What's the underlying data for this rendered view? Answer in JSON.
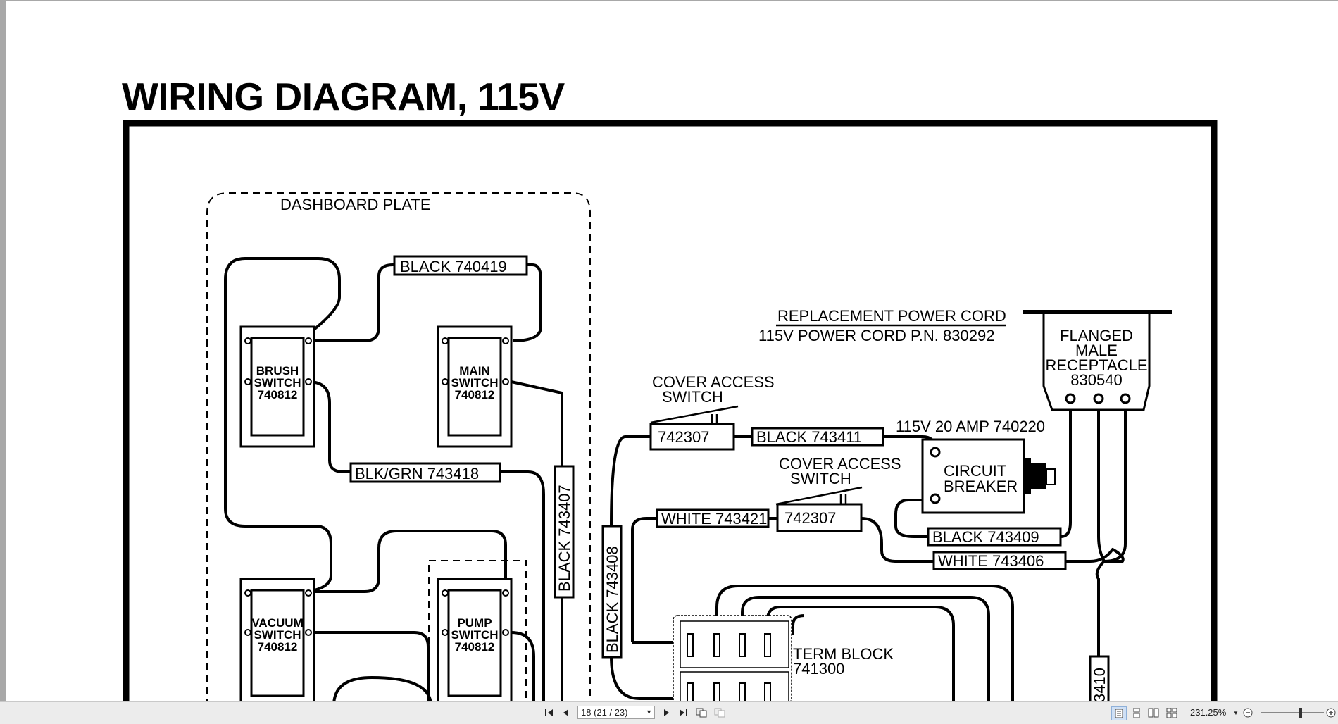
{
  "document": {
    "title": "WIRING DIAGRAM, 115V"
  },
  "diagram": {
    "dashboard_plate": "DASHBOARD PLATE",
    "wires": {
      "black_740419": "BLACK 740419",
      "blk_grn_743418": "BLK/GRN 743418",
      "black_743407": "BLACK 743407",
      "black_743408": "BLACK 743408",
      "black_743411": "BLACK 743411",
      "white_743421": "WHITE 743421",
      "black_743409": "BLACK 743409",
      "white_743406": "WHITE 743406",
      "partial_3410": "3410"
    },
    "switches": {
      "brush": [
        "BRUSH",
        "SWITCH",
        "740812"
      ],
      "main": [
        "MAIN",
        "SWITCH",
        "740812"
      ],
      "vacuum": [
        "VACUUM",
        "SWITCH",
        "740812"
      ],
      "pump": [
        "PUMP",
        "SWITCH",
        "740812"
      ]
    },
    "cover_access_1": {
      "label": [
        "COVER ACCESS",
        "SWITCH"
      ],
      "part": "742307"
    },
    "cover_access_2": {
      "label": [
        "COVER ACCESS",
        "SWITCH"
      ],
      "part": "742307"
    },
    "power_cord": {
      "heading": "REPLACEMENT POWER CORD",
      "detail": "115V POWER CORD P.N. 830292"
    },
    "receptacle": [
      "FLANGED",
      "MALE",
      "RECEPTACLE",
      "830540"
    ],
    "breaker": {
      "rating": "115V 20 AMP 740220",
      "label": [
        "CIRCUIT",
        "BREAKER"
      ]
    },
    "term_block": [
      "TERM BLOCK",
      "741300"
    ]
  },
  "statusbar": {
    "page_field": "18 (21 / 23)",
    "zoom": "231.25%",
    "icons": [
      "first-page-icon",
      "prev-page-icon",
      "next-page-icon",
      "last-page-icon",
      "prev-view-icon",
      "next-view-icon",
      "single-page-icon",
      "continuous-icon",
      "facing-icon",
      "continuous-facing-icon",
      "zoom-out-icon",
      "zoom-in-icon"
    ]
  }
}
